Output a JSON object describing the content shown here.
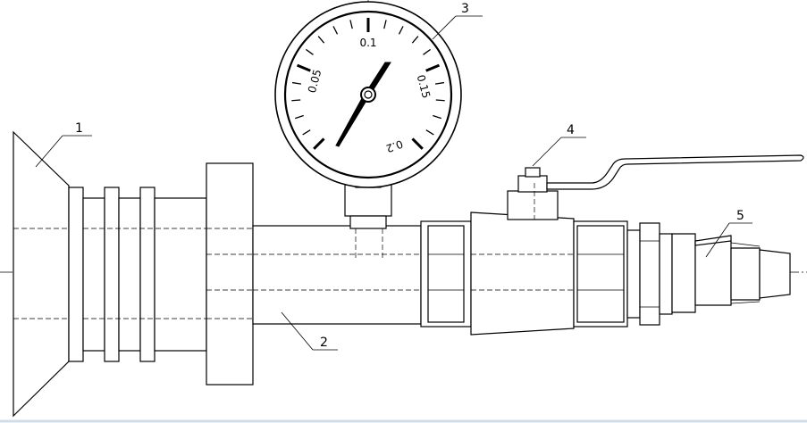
{
  "callouts": [
    {
      "id": "1",
      "text": "1"
    },
    {
      "id": "2",
      "text": "2"
    },
    {
      "id": "3",
      "text": "3"
    },
    {
      "id": "4",
      "text": "4"
    },
    {
      "id": "5",
      "text": "5"
    }
  ],
  "gauge": {
    "scale_labels": [
      "0.05",
      "0.1",
      "0.15",
      "0.2"
    ]
  }
}
